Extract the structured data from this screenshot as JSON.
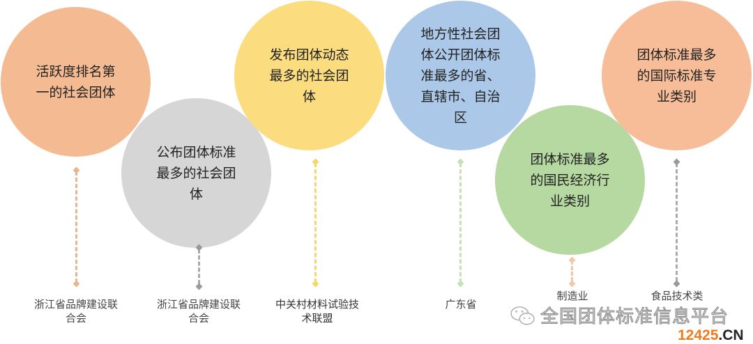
{
  "nodes": [
    {
      "lines": [
        "活跃度排名第",
        "一的社会团体"
      ],
      "label": [
        "浙江省品牌建设联",
        "合会"
      ],
      "color": "#f4bb93",
      "line_color": "#eab48f"
    },
    {
      "lines": [
        "公布团体标准",
        "最多的社会团",
        "体"
      ],
      "label": [
        "浙江省品牌建设联",
        "合会"
      ],
      "color": "#d6d6d6",
      "line_color": "#aaaaaa"
    },
    {
      "lines": [
        "发布团体动态",
        "最多的社会团",
        "体"
      ],
      "label": [
        "中关村材料试验技",
        "术联盟"
      ],
      "color": "#fbdc7f",
      "line_color": "#f5d768"
    },
    {
      "lines": [
        "地方性社会团",
        "体公开团体标",
        "准最多的省、",
        "直辖市、自治",
        "区"
      ],
      "label": [
        "广东省"
      ],
      "color": "#abc8e8",
      "line_color": "#c6dfb6"
    },
    {
      "lines": [
        "团体标准最多",
        "的国民经济行",
        "业类别"
      ],
      "label": [
        "制造业"
      ],
      "color": "#b6d9a1",
      "line_color": "#f2c9a8"
    },
    {
      "lines": [
        "团体标准最多",
        "的国际标准专",
        "业类别"
      ],
      "label": [
        "食品技术类"
      ],
      "color": "#f6bd98",
      "line_color": "#aaaaaa"
    }
  ],
  "watermark": {
    "text": "全国团体标准信息平台",
    "site_num": "12425",
    "site_tld": ".CN",
    "site_color": "#f07a1c"
  }
}
